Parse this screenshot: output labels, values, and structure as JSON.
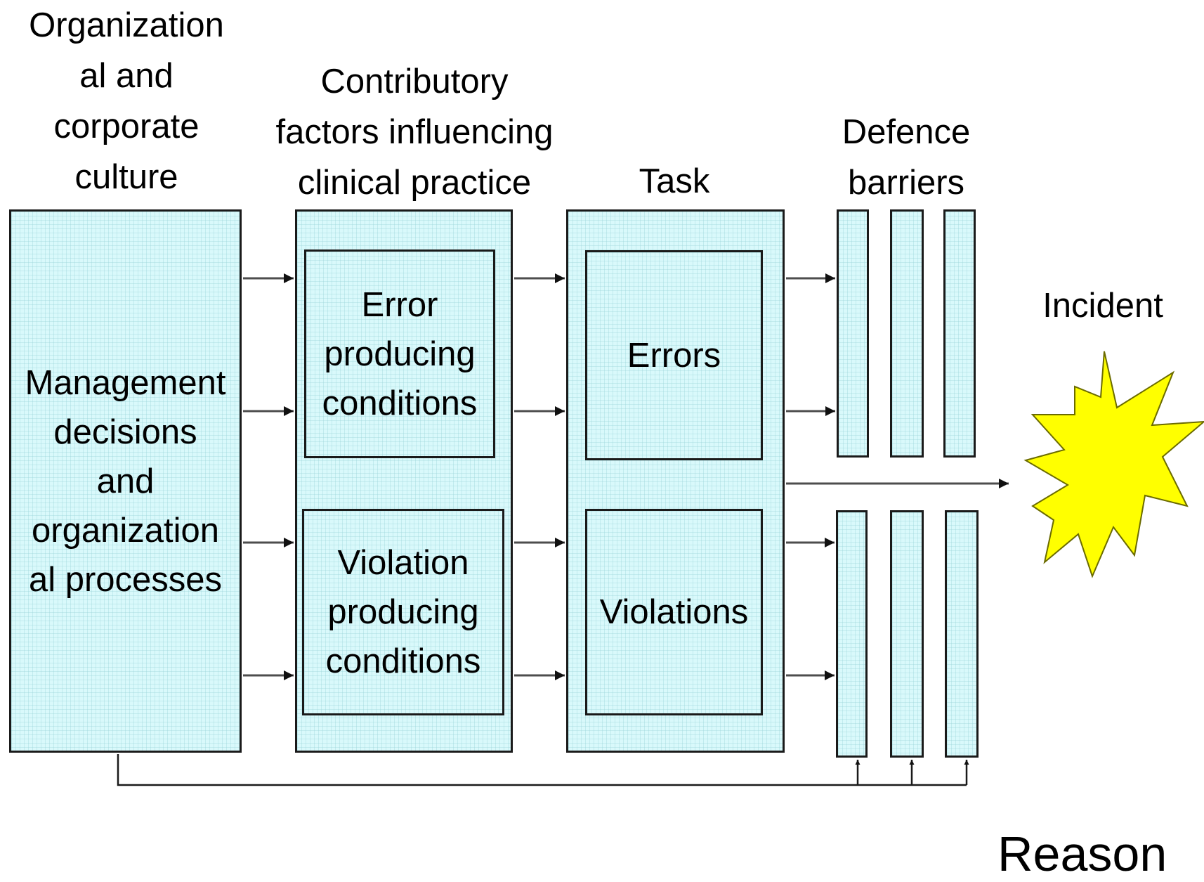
{
  "headers": {
    "organizational": "Organization\nal and\ncorporate\nculture",
    "contributory": "Contributory\nfactors influencing\nclinical practice",
    "task": "Task",
    "defence": "Defence\nbarriers",
    "incident": "Incident"
  },
  "boxes": {
    "management": "Management\ndecisions\nand\norganization\nal processes",
    "error_conditions": "Error\nproducing\nconditions",
    "violation_conditions": "Violation\nproducing\nconditions",
    "errors": "Errors",
    "violations": "Violations"
  },
  "attribution": "Reason",
  "colors": {
    "box_fill": "#d9f9fb",
    "border": "#1a1a1a",
    "starburst_fill": "#ffff00",
    "arrow": "#4d4d4d"
  }
}
